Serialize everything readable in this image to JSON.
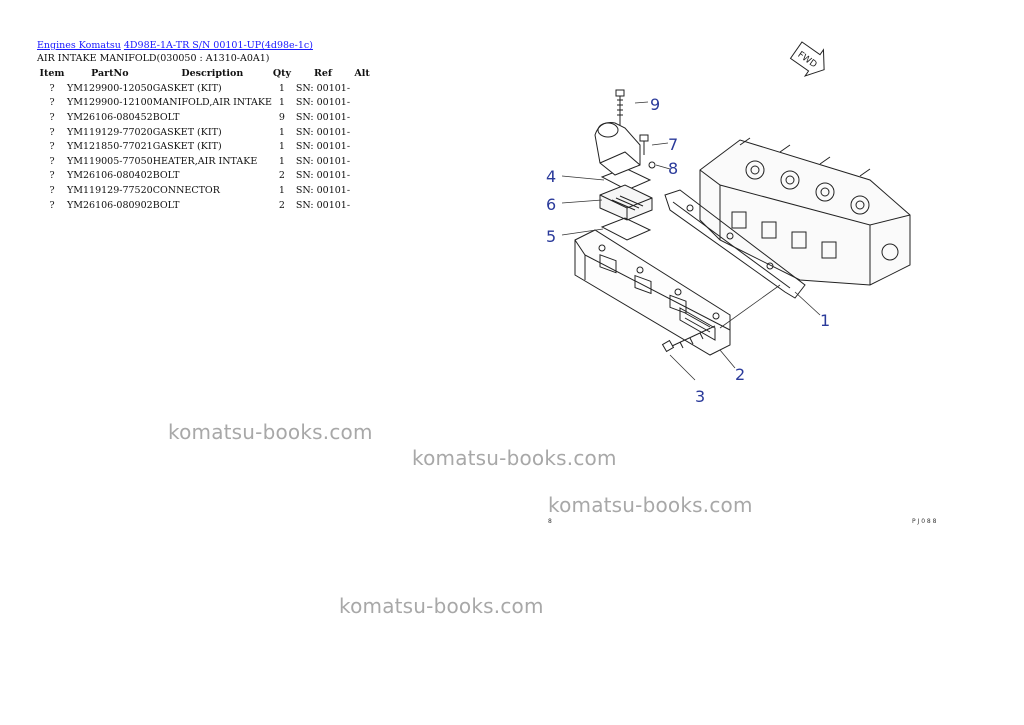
{
  "breadcrumb": {
    "link1": "Engines Komatsu",
    "link2": "4D98E-1A-TR S/N 00101-UP(4d98e-1c)"
  },
  "subtitle": "AIR INTAKE MANIFOLD(030050 : A1310-A0A1)",
  "table": {
    "headers": [
      "Item",
      "PartNo",
      "Description",
      "Qty",
      "Ref",
      "Alt"
    ],
    "rows": [
      {
        "item": "?",
        "part": "YM129900-12050",
        "desc": "GASKET (KIT)",
        "qty": "1",
        "ref": "SN: 00101-",
        "alt": ""
      },
      {
        "item": "?",
        "part": "YM129900-12100",
        "desc": "MANIFOLD,AIR INTAKE",
        "qty": "1",
        "ref": "SN: 00101-",
        "alt": ""
      },
      {
        "item": "?",
        "part": "YM26106-080452",
        "desc": "BOLT",
        "qty": "9",
        "ref": "SN: 00101-",
        "alt": ""
      },
      {
        "item": "?",
        "part": "YM119129-77020",
        "desc": "GASKET (KIT)",
        "qty": "1",
        "ref": "SN: 00101-",
        "alt": ""
      },
      {
        "item": "?",
        "part": "YM121850-77021",
        "desc": "GASKET (KIT)",
        "qty": "1",
        "ref": "SN: 00101-",
        "alt": ""
      },
      {
        "item": "?",
        "part": "YM119005-77050",
        "desc": "HEATER,AIR INTAKE",
        "qty": "1",
        "ref": "SN: 00101-",
        "alt": ""
      },
      {
        "item": "?",
        "part": "YM26106-080402",
        "desc": "BOLT",
        "qty": "2",
        "ref": "SN: 00101-",
        "alt": ""
      },
      {
        "item": "?",
        "part": "YM119129-77520",
        "desc": "CONNECTOR",
        "qty": "1",
        "ref": "SN: 00101-",
        "alt": ""
      },
      {
        "item": "?",
        "part": "YM26106-080902",
        "desc": "BOLT",
        "qty": "2",
        "ref": "SN: 00101-",
        "alt": ""
      }
    ]
  },
  "watermarks": [
    "komatsu-books.com",
    "komatsu-books.com",
    "komatsu-books.com",
    "komatsu-books.com"
  ],
  "diagram": {
    "fwd_label": "FWD",
    "callouts": [
      "1",
      "2",
      "3",
      "4",
      "5",
      "6",
      "7",
      "8",
      "9"
    ],
    "footer_left": "8",
    "footer_right": "P J 0 8 8",
    "callout_color": "#2a3a9a"
  }
}
